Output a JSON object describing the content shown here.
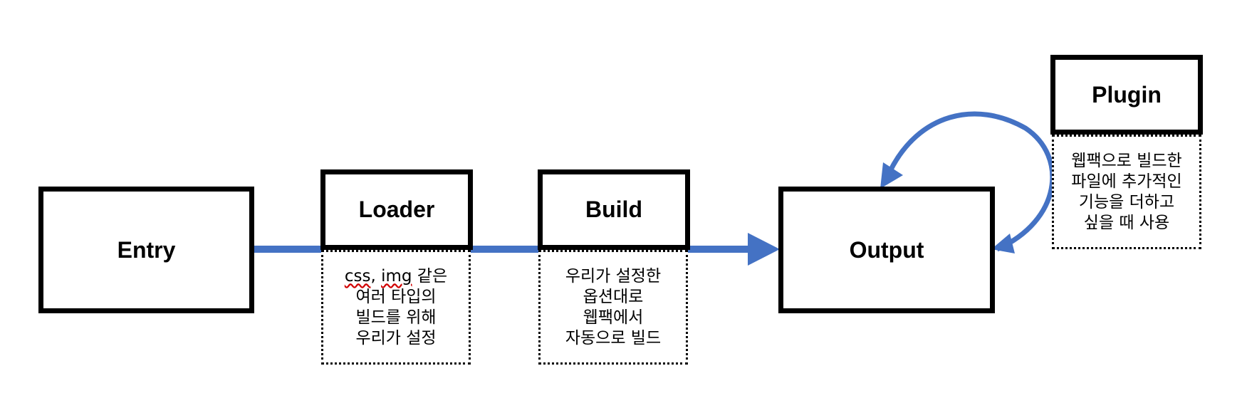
{
  "colors": {
    "arrow": "#4472c4",
    "border": "#000000"
  },
  "nodes": {
    "entry": {
      "label": "Entry"
    },
    "loader": {
      "label": "Loader",
      "note_lines": [
        "css, img 같은",
        "여러 타입의",
        "빌드를 위해",
        "우리가 설정"
      ]
    },
    "build": {
      "label": "Build",
      "note_lines": [
        "우리가 설정한",
        "옵션대로",
        "웹팩에서",
        "자동으로 빌드"
      ]
    },
    "output": {
      "label": "Output"
    },
    "plugin": {
      "label": "Plugin",
      "note_lines": [
        "웹팩으로 빌드한",
        "파일에 추가적인",
        "기능을 더하고",
        "싶을 때 사용"
      ]
    }
  }
}
